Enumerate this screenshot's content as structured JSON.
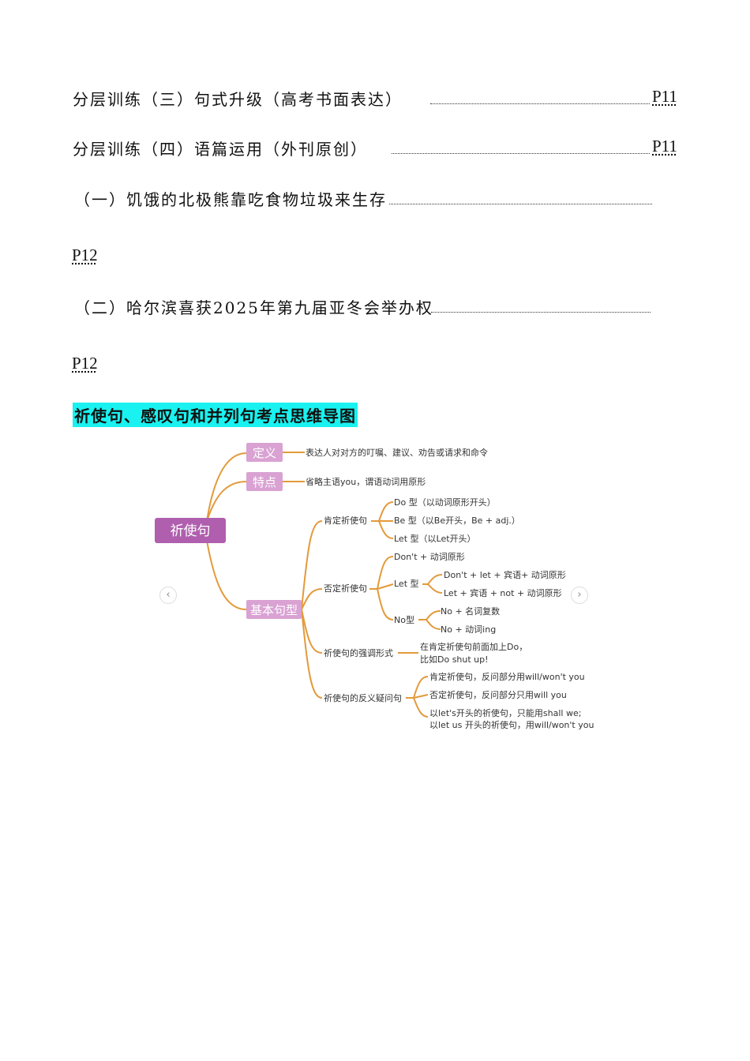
{
  "toc": [
    {
      "title": "分层训练（三）句式升级（高考书面表达）",
      "page": "P11"
    },
    {
      "title": "分层训练（四）语篇运用（外刊原创）",
      "page": "P11"
    },
    {
      "title": "（一）饥饿的北极熊靠吃食物垃圾来生存",
      "page": "P12"
    },
    {
      "title": "（二）哈尔滨喜获2025年第九届亚冬会举办权",
      "page": "P12"
    }
  ],
  "heading": "祈使句、感叹句和并列句考点思维导图",
  "mindmap": {
    "root": "祈使句",
    "definition": {
      "label": "定义",
      "text": "表达人对对方的叮嘱、建议、劝告或请求和命令"
    },
    "feature": {
      "label": "特点",
      "text": "省略主语you，谓语动词用原形"
    },
    "basic": {
      "label": "基本句型",
      "affirmative": {
        "label": "肯定祈使句",
        "items": [
          "Do 型（以动词原形开头）",
          "Be 型（以Be开头，Be + adj.）",
          "Let 型（以Let开头）"
        ]
      },
      "negative": {
        "label": "否定祈使句",
        "dont": "Don't + 动词原形",
        "let": {
          "label": "Let 型",
          "items": [
            "Don't + let + 宾语+ 动词原形",
            "Let + 宾语 + not + 动词原形"
          ]
        },
        "no": {
          "label": "No型",
          "items": [
            "No + 名词复数",
            "No + 动词ing"
          ]
        }
      },
      "emphatic": {
        "label": "祈使句的强调形式",
        "lines": [
          "在肯定祈使句前面加上Do，",
          "比如Do shut up!"
        ]
      },
      "tag": {
        "label": "祈使句的反义疑问句",
        "items": [
          "肯定祈使句，反问部分用will/won't you",
          "否定祈使句，反问部分只用will you"
        ],
        "last_lines": [
          "以let's开头的祈使句，只能用shall we;",
          "以let us 开头的祈使句，用will/won't you"
        ]
      }
    },
    "nav": {
      "prev": "‹",
      "next": "›"
    }
  },
  "colors": {
    "branch": "#e39a3b",
    "root_bg": "#b05fae",
    "node_bg": "#d9a2d3",
    "highlight": "#19f2f0"
  }
}
